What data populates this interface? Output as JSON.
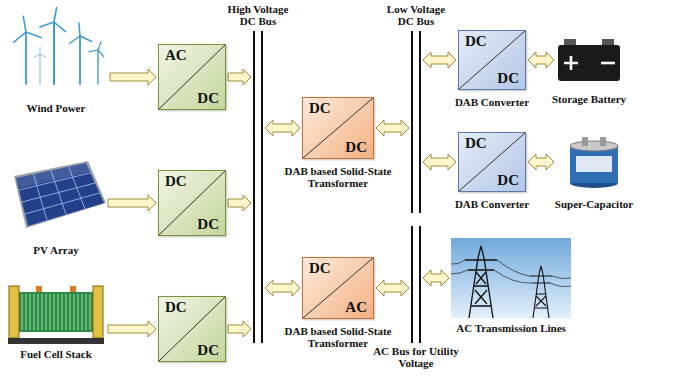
{
  "diagram": {
    "nodes": [
      {
        "text": [
          "Wind Power"
        ]
      },
      {
        "text": [
          "AC",
          "DC"
        ]
      },
      {
        "text": [
          "PV Array"
        ]
      },
      {
        "text": [
          "DC",
          "DC"
        ]
      },
      {
        "text": [
          "Fuel Cell Stack"
        ]
      },
      {
        "text": [
          "DC",
          "DC"
        ]
      },
      {
        "text": [
          "High Voltage DC Bus"
        ]
      },
      {
        "text": [
          "DC",
          "DC",
          "DAB based Solid-State Transformer"
        ]
      },
      {
        "text": [
          "DC",
          "AC",
          "DAB based Solid-State Transformer"
        ]
      },
      {
        "text": [
          "Low Voltage DC Bus"
        ]
      },
      {
        "text": [
          "AC Bus for Utility Voltage"
        ]
      },
      {
        "text": [
          "DC",
          "DC",
          "DAB Converter"
        ]
      },
      {
        "text": [
          "Storage Battery"
        ]
      },
      {
        "text": [
          "DC",
          "DC",
          "DAB Converter"
        ]
      },
      {
        "text": [
          "Super-Capacitor"
        ]
      },
      {
        "text": [
          "AC Transmission Lines"
        ]
      }
    ],
    "edges": [
      {
        "from": 0,
        "to": 1,
        "arrow": "to"
      },
      {
        "from": 1,
        "to": 6,
        "arrow": "to"
      },
      {
        "from": 2,
        "to": 3,
        "arrow": "to"
      },
      {
        "from": 3,
        "to": 6,
        "arrow": "to"
      },
      {
        "from": 4,
        "to": 5,
        "arrow": "to"
      },
      {
        "from": 5,
        "to": 6,
        "arrow": "to"
      },
      {
        "from": 6,
        "to": 7,
        "arrow": "both"
      },
      {
        "from": 7,
        "to": 9,
        "arrow": "both"
      },
      {
        "from": 6,
        "to": 8,
        "arrow": "both"
      },
      {
        "from": 8,
        "to": 10,
        "arrow": "both"
      },
      {
        "from": 9,
        "to": 11,
        "arrow": "both"
      },
      {
        "from": 11,
        "to": 12,
        "arrow": "both"
      },
      {
        "from": 9,
        "to": 13,
        "arrow": "both"
      },
      {
        "from": 13,
        "to": 14,
        "arrow": "both"
      },
      {
        "from": 10,
        "to": 15,
        "arrow": "both"
      }
    ]
  }
}
